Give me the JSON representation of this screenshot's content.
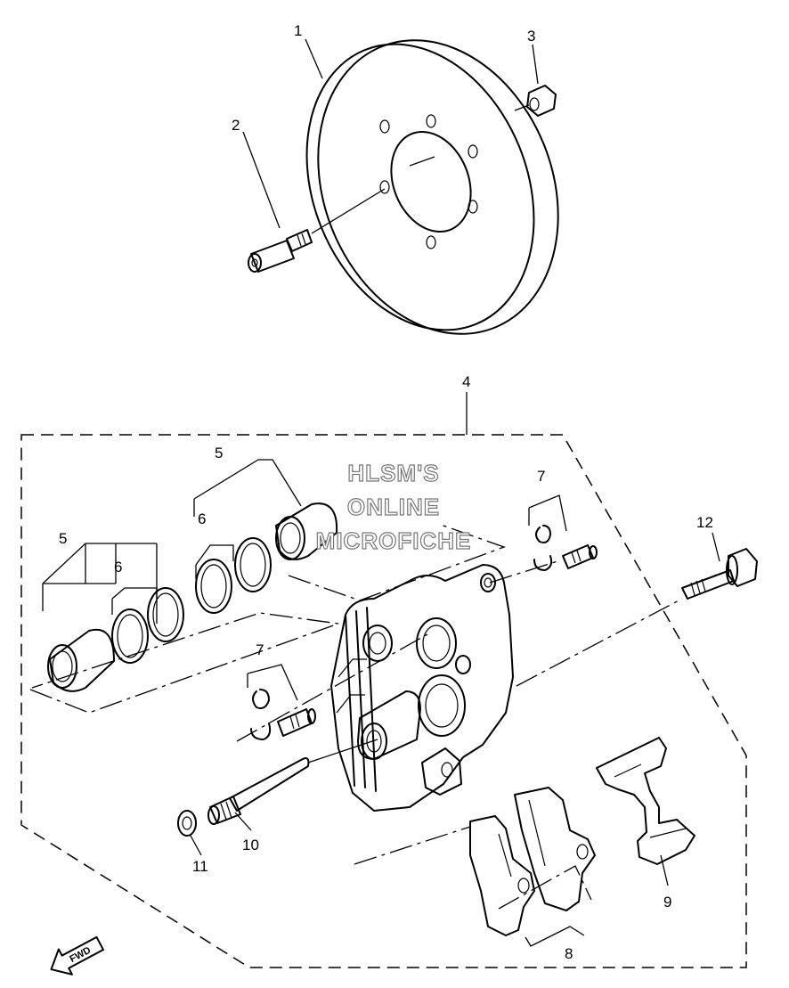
{
  "diagram": {
    "callouts": {
      "p1": "1",
      "p2": "2",
      "p3": "3",
      "p4": "4",
      "p5a": "5",
      "p5b": "5",
      "p6a": "6",
      "p6b": "6",
      "p7a": "7",
      "p7b": "7",
      "p8": "8",
      "p9": "9",
      "p10": "10",
      "p11": "11",
      "p12": "12"
    },
    "watermark": {
      "line1": "HLSM'S",
      "line2": "ONLINE",
      "line3": "MICROFICHE"
    },
    "direction_arrow": {
      "label": "FWD"
    }
  }
}
